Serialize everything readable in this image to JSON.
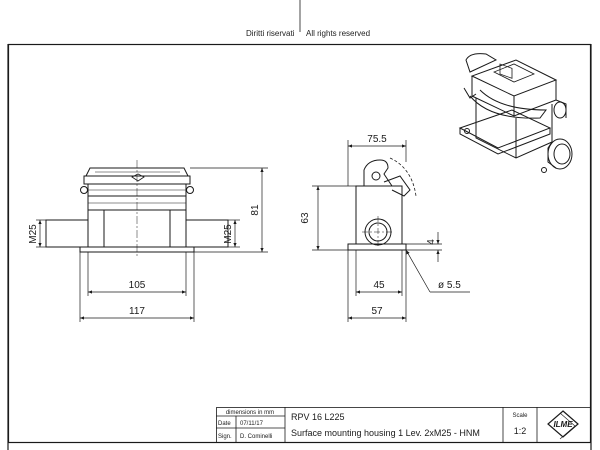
{
  "header": {
    "left_notice": "Diritti riservati",
    "right_notice": "All rights reserved"
  },
  "front_view": {
    "dims": {
      "width_inner": "105",
      "width_outer": "117",
      "height": "81",
      "thread_left": "M25",
      "thread_right": "M25"
    }
  },
  "side_view": {
    "dims": {
      "width_top": "75.5",
      "height": "63",
      "wall": "4",
      "base_width": "45",
      "hole": "ø 5.5",
      "base_outer": "57"
    }
  },
  "title_block": {
    "dimensions_unit": "dimensions in mm",
    "date_label": "Date",
    "date_value": "07/11/17",
    "sign_label": "Sign.",
    "sign_value": "D. Cominelli",
    "part_code": "RPV 16 L225",
    "description": "Surface mounting housing 1 Lev. 2xM25 - HNM",
    "scale_label": "Scale",
    "scale_value": "1:2",
    "logo_text": "ILME"
  },
  "colors": {
    "line": "#1a1a1a",
    "paper": "#ffffff"
  }
}
